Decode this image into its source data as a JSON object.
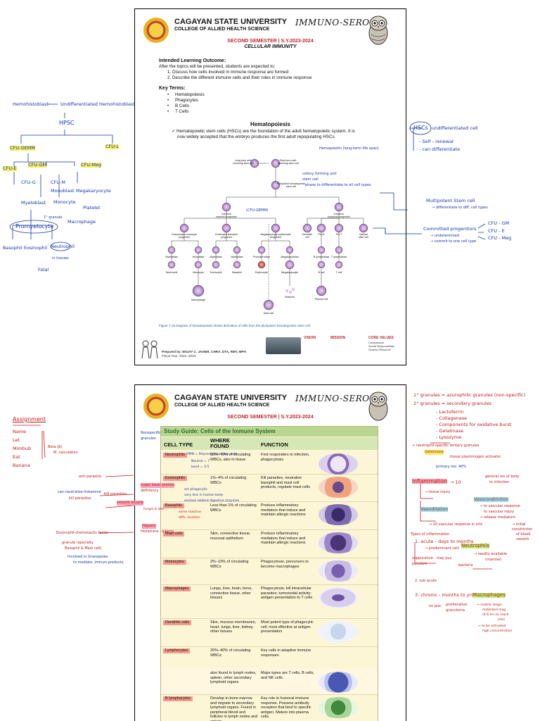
{
  "page1": {
    "university": "CAGAYAN STATE UNIVERSITY",
    "college": "COLLEGE OF ALLIED HEALTH SCIENCE",
    "course": "IMMUNO-SERO",
    "semester": "SECOND SEMESTER | S.Y.2023-2024",
    "topic": "CELLULAR IMMUNITY",
    "ilo_title": "Intended Learning Outcome:",
    "ilo_intro": "After the topics will be presented, students are expected to;",
    "ilo_items": [
      "1.  Discuss how cells involved in immune response are formed",
      "2.  Describe the different immune cells and their roles in immune response"
    ],
    "key_terms_title": "Key Terms:",
    "key_terms": [
      "Hematopoiesis",
      "Phagocytes",
      "B Cells",
      "T Cells"
    ],
    "section_title": "Hematopoiesis",
    "section_text_1": "✓ Hematopoietic stem cells (HSCs) are the foundation of the adult hematopoietic system. It is",
    "section_text_2": "now widely accepted that the embryo produces the first adult repopulating HSCs.",
    "diagram": {
      "long_term": "Long-term self-\nrenewing stem cell",
      "short_term": "Short-term self-\nrenewing stem cell",
      "pluripotent": "Pluripotent hematopoietic\nstem cell",
      "myeloid": "Common\nmyeloid progenitor",
      "lymphoid": "Common\nlymphoid progenitor",
      "gm": "Granulocyte-monocyte\nprogenitor",
      "eb": "Eosinophil-basophil\nprogenitor",
      "me": "Megakaryocyte-erythrocyte\nprogenitor",
      "dendritic": "Dendritic\ncell",
      "prob": "Pro B",
      "prot": "Pro T",
      "nk": "Natural\nkiller cell",
      "myeloblast": "Myeloblast",
      "monoblast": "Monoblast",
      "proerythroblast": "Proerythroblast",
      "megakaryoblast": "Megakaryoblast",
      "blymph": "B lymphoblast",
      "tlymph": "T lymphoblast",
      "neutrophil": "Neutrophil",
      "monocyte": "Monocyte",
      "eosinophil": "Eosinophil",
      "basophil": "Basophil",
      "erythrocyte": "Erythrocyte",
      "megakaryocyte": "Megakaryocyte",
      "bcell": "B cell",
      "tcell": "T cell",
      "macrophage": "Macrophage",
      "mastcell": "Mast cell",
      "platelets": "Platelets",
      "plasmacell": "Plasma cell"
    },
    "caption": "Figure 7-15  Diagram of hematopoiesis shows derivation of cells from the pluripotent hematopoietic stem cell.",
    "prepared_by": "Prepared by: ENJAY C. JAVIER, CHRA, DTA, RMT, MPH",
    "fiscal_year": "Fiscal Year: 2022- 2023",
    "vision": "VISION",
    "mission": "MISSION",
    "core_values": "CORE VALUES",
    "core_list": "Compassion\nSocial Responsibility\nOrderly Ethicence"
  },
  "page2": {
    "study_guide_title": "Study Guide: Cells of the Immune System",
    "col_type": "CELL TYPE",
    "col_where": "WHERE\nFOUND",
    "col_func": "FUNCTION",
    "rows": [
      {
        "type": "Neutrophils",
        "where": "50%–70% of circulating WBCs, also in tissue",
        "func": "First responders to infection, phagocytosis"
      },
      {
        "type": "Eosinophils",
        "where": "1%–4% of circulating WBCs",
        "func": "Kill parasites, neutralize basophil and mast cell products, regulate mast cells"
      },
      {
        "type": "Basophils",
        "where": "Less than 1% of circulating WBCs",
        "func": "Produce inflammatory mediators that induce and maintain allergic reactions"
      },
      {
        "type": "Mast cells",
        "where": "Skin, connective tissue, mucosal epithelium",
        "func": "Produce inflammatory mediators that induce and maintain allergic reactions"
      },
      {
        "type": "Monocytes",
        "where": "2%–10% of circulating WBCs",
        "func": "Phagocytosis; precursors to become macrophages"
      },
      {
        "type": "Macrophages",
        "where": "Lungs, liver, brain, bone, connective tissue, other tissues",
        "func": "Phagocytosis; kill intracellular parasites; tumoricidal activity; antigen presentation to T cells"
      },
      {
        "type": "Dendritic cells",
        "where": "Skin, mucous membranes, heart, lungs, liver, kidney, other tissues",
        "func": "Most potent type of phagocytic cell; most effective at antigen presentation"
      },
      {
        "type": "Lymphocytes",
        "where": "20%–40% of circulating WBCs;",
        "func": "Key cells in adaptive immune responses."
      },
      {
        "type": "",
        "where": "also found in lymph nodes, spleen, other secondary lymphoid organs",
        "func": "Major types are T cells, B cells, and NK cells."
      },
      {
        "type": "B lymphocytes",
        "where": "Develop in bone marrow and migrate to secondary lymphoid organs. Found in peripheral blood and follicles in lymph nodes and spleen",
        "func": "Key role in humoral immune response. Possess antibody receptors that bind to specific antigen. Mature into plasma cells."
      }
    ]
  },
  "notes": {
    "left1": {
      "a": "Hemohistoblast",
      "b": "Undifferentiated Hemohistoblast",
      "hpsc": "HPSC",
      "cfu_gemm": "CFU-GEMM",
      "cfu_l": "CFU-L",
      "cfu_e": "CFU-E",
      "cfu_gm": "CFU-GM",
      "cfu_meg": "CFU-Meg",
      "cfu_g": "CFU-G",
      "cfu_m": "CFU-M",
      "monoblast": "Monoblast",
      "megakaryocyte": "Megakaryocyte",
      "myeloblast": "Myeloblast",
      "monocyte": "Monocyte",
      "platelet": "Platelet",
      "granule": "1° granule",
      "macrophage": "Macrophage",
      "promyelocyte": "Promyelocyte",
      "basophil": "Basophil",
      "eosinophil": "Eosinophil",
      "neutrophil": "Neutrophil",
      "in_tissues": "in tissues",
      "fatal": "Fatal"
    },
    "right1": {
      "hscs": "HSCs",
      "undiff": "undifferentiated cell",
      "self": "- Self - renewal",
      "can": "- can differentiate",
      "hemo": "Hemopoietin (long-term life span)",
      "cfu_unit": "colony forming unit",
      "stem": "stem cell",
      "phase": "phase to differentiate to all cell types",
      "cfu_gemm_paren": "(CFU-GEMM)",
      "multi": "Multipotent Stem cell",
      "multi2": "→ differentiate to diff. cell types",
      "committed": "Committed progenitors",
      "committed2": "→ undetermined",
      "committed3": "→ commit to one cell type",
      "gm": "CFU - GM",
      "e": "CFU - E",
      "meg": "CFU - Meg"
    },
    "left2": {
      "assignment": "Assignment",
      "names": [
        "Name",
        "Let",
        "Mimbub",
        "Eat",
        "Banana"
      ],
      "beta": "Beta (β)",
      "beta2": "M. calculation",
      "nonspecific": "Nonspecific",
      "granules": "granules",
      "pmn": "PMN = Polymorphonuclear cells",
      "neutral": "Neutral = 7",
      "band": "band = 3-5",
      "anti_parasitic": "anti parasitic",
      "major": "major basic protein",
      "deficiency": "deficiency",
      "act": "act phagocytic",
      "hook": "very less in human body",
      "eat": "enclose related digestive enzymes",
      "kill": "Kill parasites",
      "smooth": "smooth muscle",
      "can": "can neutralize histamine",
      "kill_para": "kill parasites",
      "fungi": "fungal & late",
      "heparin": "Heparin",
      "histamine": "Histamine - allergy",
      "some": "some reactive",
      "diff": "diffs. location",
      "eosinophil": "Eosinophil-chemotactic factor",
      "granule": "granule (specialty",
      "basophil": "Basophil & Mast cell)",
      "involved": "Involved in Granopoies",
      "mediate": "to mediate. immun-products"
    },
    "right2": {
      "primary": "1° granules = azurophilic granules (non-specific)",
      "secondary": "2° granules = secondary granules",
      "lactoferrin": "- Lactoferrin",
      "collagenase": "- Collagenase",
      "components": "- Components for oxidative burst",
      "gelatinase": "- Gelatinase",
      "lysozyme": "- Lysozyme",
      "tertiary": "+ neutrophil-specific tertiary granules",
      "gelatinase2": "Gelatinase",
      "tissue": "tissue plasminogen activator",
      "primary_res": "primary res: 40%",
      "inflammation": "Inflammation",
      "infl2": "→ 10",
      "general": "general res of body",
      "to_inf": "to infection",
      "tissue_injury": "→ tissue injury",
      "vaso_con": "Vasoconstriction",
      "vaso_con2": "→ to vascular response",
      "vaso_con3": "to vascular injury",
      "vaso_con4": "→ release mediators",
      "vaso_dil": "Vasodilation",
      "vaso_dil2": "→ 10 vascular response in infx",
      "initial": "→ initial",
      "constriction": "constriction",
      "of_blood": "of blood",
      "vessels": "vessels",
      "types": "Types of inflammation",
      "acute": "1. acute - days to months",
      "predom": "→ predominant cell:",
      "neutrophils": "Neutrophils",
      "readily": "→ readily available",
      "marrow": "(marrow)",
      "suppurative": "suppurative - may pus",
      "purulent": "purulent",
      "bacteria": "bacteria",
      "subacute": "2. sub acute",
      "chronic": "3. chronic - months to yrs",
      "macrophages": "Macrophages",
      "no_pus": "no pus:",
      "proliferative": "proliferative",
      "granuloma": "granuloma",
      "mobile": "→ mobile: begin",
      "max": "mobilized mag",
      "four": "(4-6 hrs to reach",
      "site": "site)",
      "to_be": "→ to be activated",
      "high": "high concentration"
    }
  }
}
